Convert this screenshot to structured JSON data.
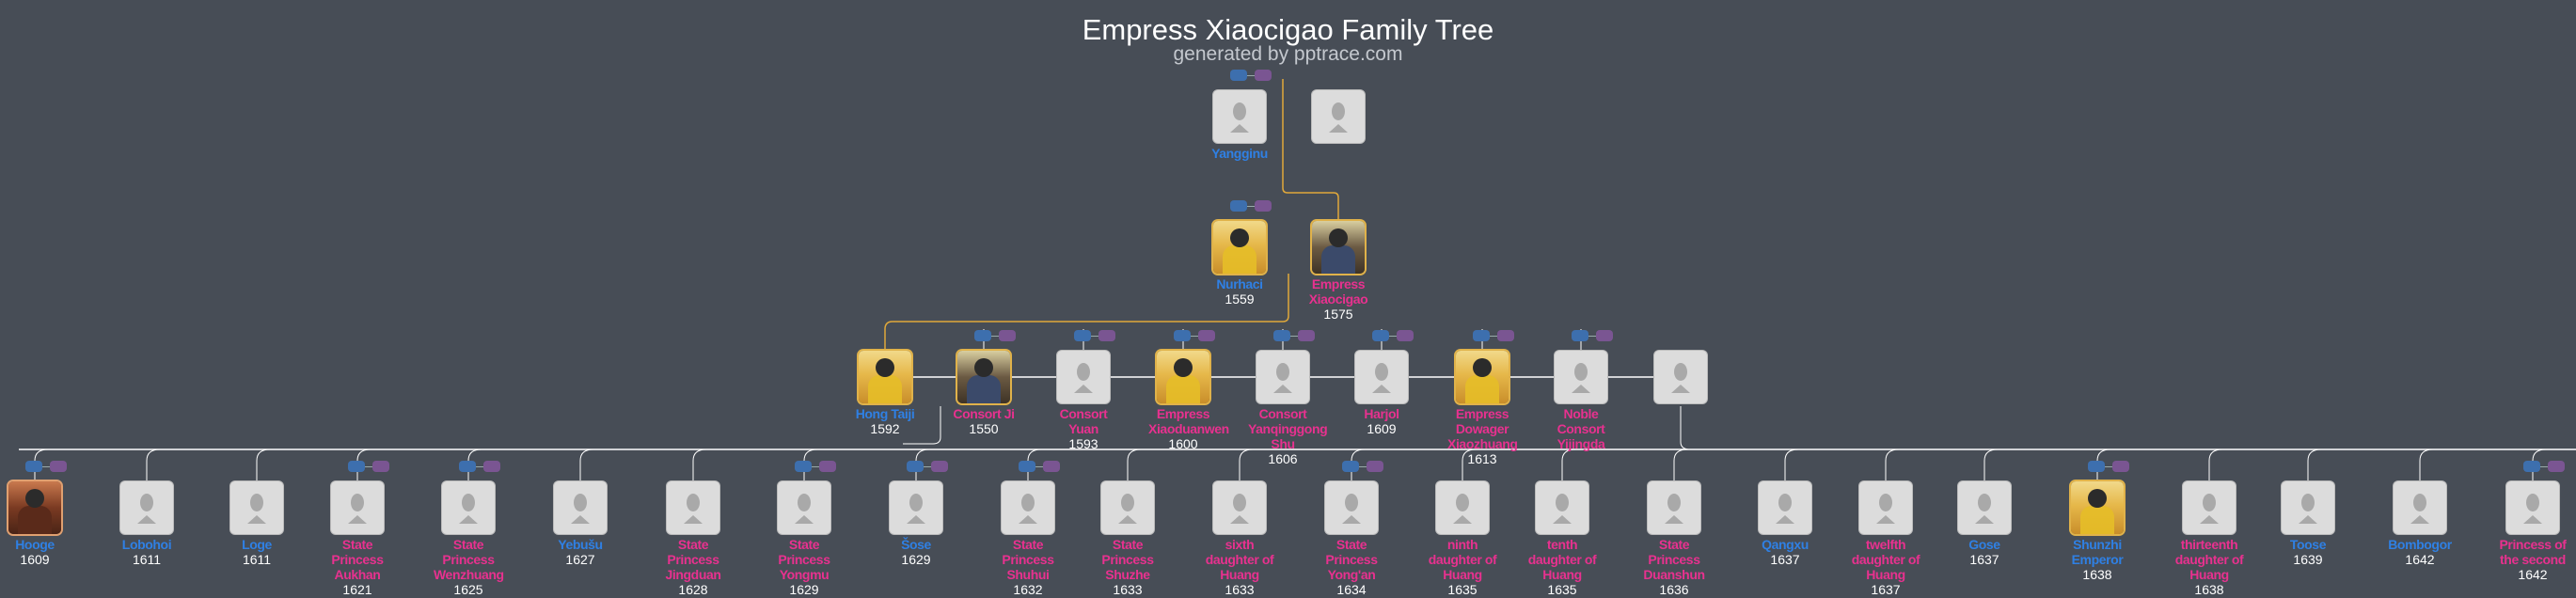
{
  "header": {
    "title": "Empress Xiaocigao Family Tree",
    "subtitle": "generated by pptrace.com"
  },
  "colors": {
    "background": "#474d56",
    "male": "#2f80e4",
    "female": "#e8318f",
    "marriage_line": "#e0a83a",
    "child_line": "#ffffff"
  },
  "rows": [
    [
      {
        "name": "Yangginu",
        "year": "",
        "gender": "male",
        "photo": "none",
        "couple_marker": true
      },
      {
        "name": "",
        "year": "",
        "gender": "female",
        "photo": "none",
        "couple_marker": false
      }
    ],
    [
      {
        "name": "Nurhaci",
        "year": "1559",
        "gender": "male",
        "photo": "portrait",
        "couple_marker": true
      },
      {
        "name": "Empress Xiaocigao",
        "year": "1575",
        "gender": "female",
        "photo": "portrait-dark",
        "couple_marker": false
      }
    ],
    [
      {
        "name": "Hong Taiji",
        "year": "1592",
        "gender": "male",
        "photo": "portrait",
        "couple_marker": false
      },
      {
        "name": "Consort Ji",
        "year": "1550",
        "gender": "female",
        "photo": "portrait-dark",
        "couple_marker": true
      },
      {
        "name": "Consort Yuan",
        "year": "1593",
        "gender": "female",
        "photo": "none",
        "couple_marker": true
      },
      {
        "name": "Empress Xiaoduanwen",
        "year": "1600",
        "gender": "female",
        "photo": "portrait",
        "couple_marker": true
      },
      {
        "name": "Consort Yanqinggong Shu",
        "year": "1606",
        "gender": "female",
        "photo": "none",
        "couple_marker": true
      },
      {
        "name": "Harjol",
        "year": "1609",
        "gender": "female",
        "photo": "none",
        "couple_marker": true
      },
      {
        "name": "Empress Dowager Xiaozhuang",
        "year": "1613",
        "gender": "female",
        "photo": "portrait",
        "couple_marker": true
      },
      {
        "name": "Noble Consort Yijingda",
        "year": "",
        "gender": "female",
        "photo": "none",
        "couple_marker": true
      },
      {
        "name": "",
        "year": "",
        "gender": "female",
        "photo": "none",
        "couple_marker": false
      }
    ],
    [
      {
        "name": "Hooge",
        "year": "1609",
        "gender": "male",
        "photo": "portrait-red",
        "couple_marker": true
      },
      {
        "name": "Lobohoi",
        "year": "1611",
        "gender": "male",
        "photo": "none",
        "couple_marker": false
      },
      {
        "name": "Loge",
        "year": "1611",
        "gender": "male",
        "photo": "none",
        "couple_marker": false
      },
      {
        "name": "State Princess Aukhan",
        "year": "1621",
        "gender": "female",
        "photo": "none",
        "couple_marker": true
      },
      {
        "name": "State Princess Wenzhuang",
        "year": "1625",
        "gender": "female",
        "photo": "none",
        "couple_marker": true
      },
      {
        "name": "Yebušu",
        "year": "1627",
        "gender": "male",
        "photo": "none",
        "couple_marker": false
      },
      {
        "name": "State Princess Jingduan",
        "year": "1628",
        "gender": "female",
        "photo": "none",
        "couple_marker": false
      },
      {
        "name": "State Princess Yongmu",
        "year": "1629",
        "gender": "female",
        "photo": "none",
        "couple_marker": true
      },
      {
        "name": "Šose",
        "year": "1629",
        "gender": "male",
        "photo": "none",
        "couple_marker": true
      },
      {
        "name": "State Princess Shuhui",
        "year": "1632",
        "gender": "female",
        "photo": "none",
        "couple_marker": true
      },
      {
        "name": "State Princess Shuzhe",
        "year": "1633",
        "gender": "female",
        "photo": "none",
        "couple_marker": false
      },
      {
        "name": "sixth daughter of Huang",
        "year": "1633",
        "gender": "female",
        "photo": "none",
        "couple_marker": false
      },
      {
        "name": "State Princess Yong'an",
        "year": "1634",
        "gender": "female",
        "photo": "none",
        "couple_marker": true
      },
      {
        "name": "ninth daughter of Huang",
        "year": "1635",
        "gender": "female",
        "photo": "none",
        "couple_marker": false
      },
      {
        "name": "tenth daughter of Huang",
        "year": "1635",
        "gender": "female",
        "photo": "none",
        "couple_marker": false
      },
      {
        "name": "State Princess Duanshun",
        "year": "1636",
        "gender": "female",
        "photo": "none",
        "couple_marker": false
      },
      {
        "name": "Qangxu",
        "year": "1637",
        "gender": "male",
        "photo": "none",
        "couple_marker": false
      },
      {
        "name": "twelfth daughter of Huang",
        "year": "1637",
        "gender": "female",
        "photo": "none",
        "couple_marker": false
      },
      {
        "name": "Gose",
        "year": "1637",
        "gender": "male",
        "photo": "none",
        "couple_marker": false
      },
      {
        "name": "Shunzhi Emperor",
        "year": "1638",
        "gender": "male",
        "photo": "portrait",
        "couple_marker": true
      },
      {
        "name": "thirteenth daughter of Huang",
        "year": "1638",
        "gender": "female",
        "photo": "none",
        "couple_marker": false
      },
      {
        "name": "Toose",
        "year": "1639",
        "gender": "male",
        "photo": "none",
        "couple_marker": false
      },
      {
        "name": "Bombogor",
        "year": "1642",
        "gender": "male",
        "photo": "none",
        "couple_marker": false
      },
      {
        "name": "Princess of the second",
        "year": "1642",
        "gender": "female",
        "photo": "none",
        "couple_marker": true
      }
    ]
  ]
}
